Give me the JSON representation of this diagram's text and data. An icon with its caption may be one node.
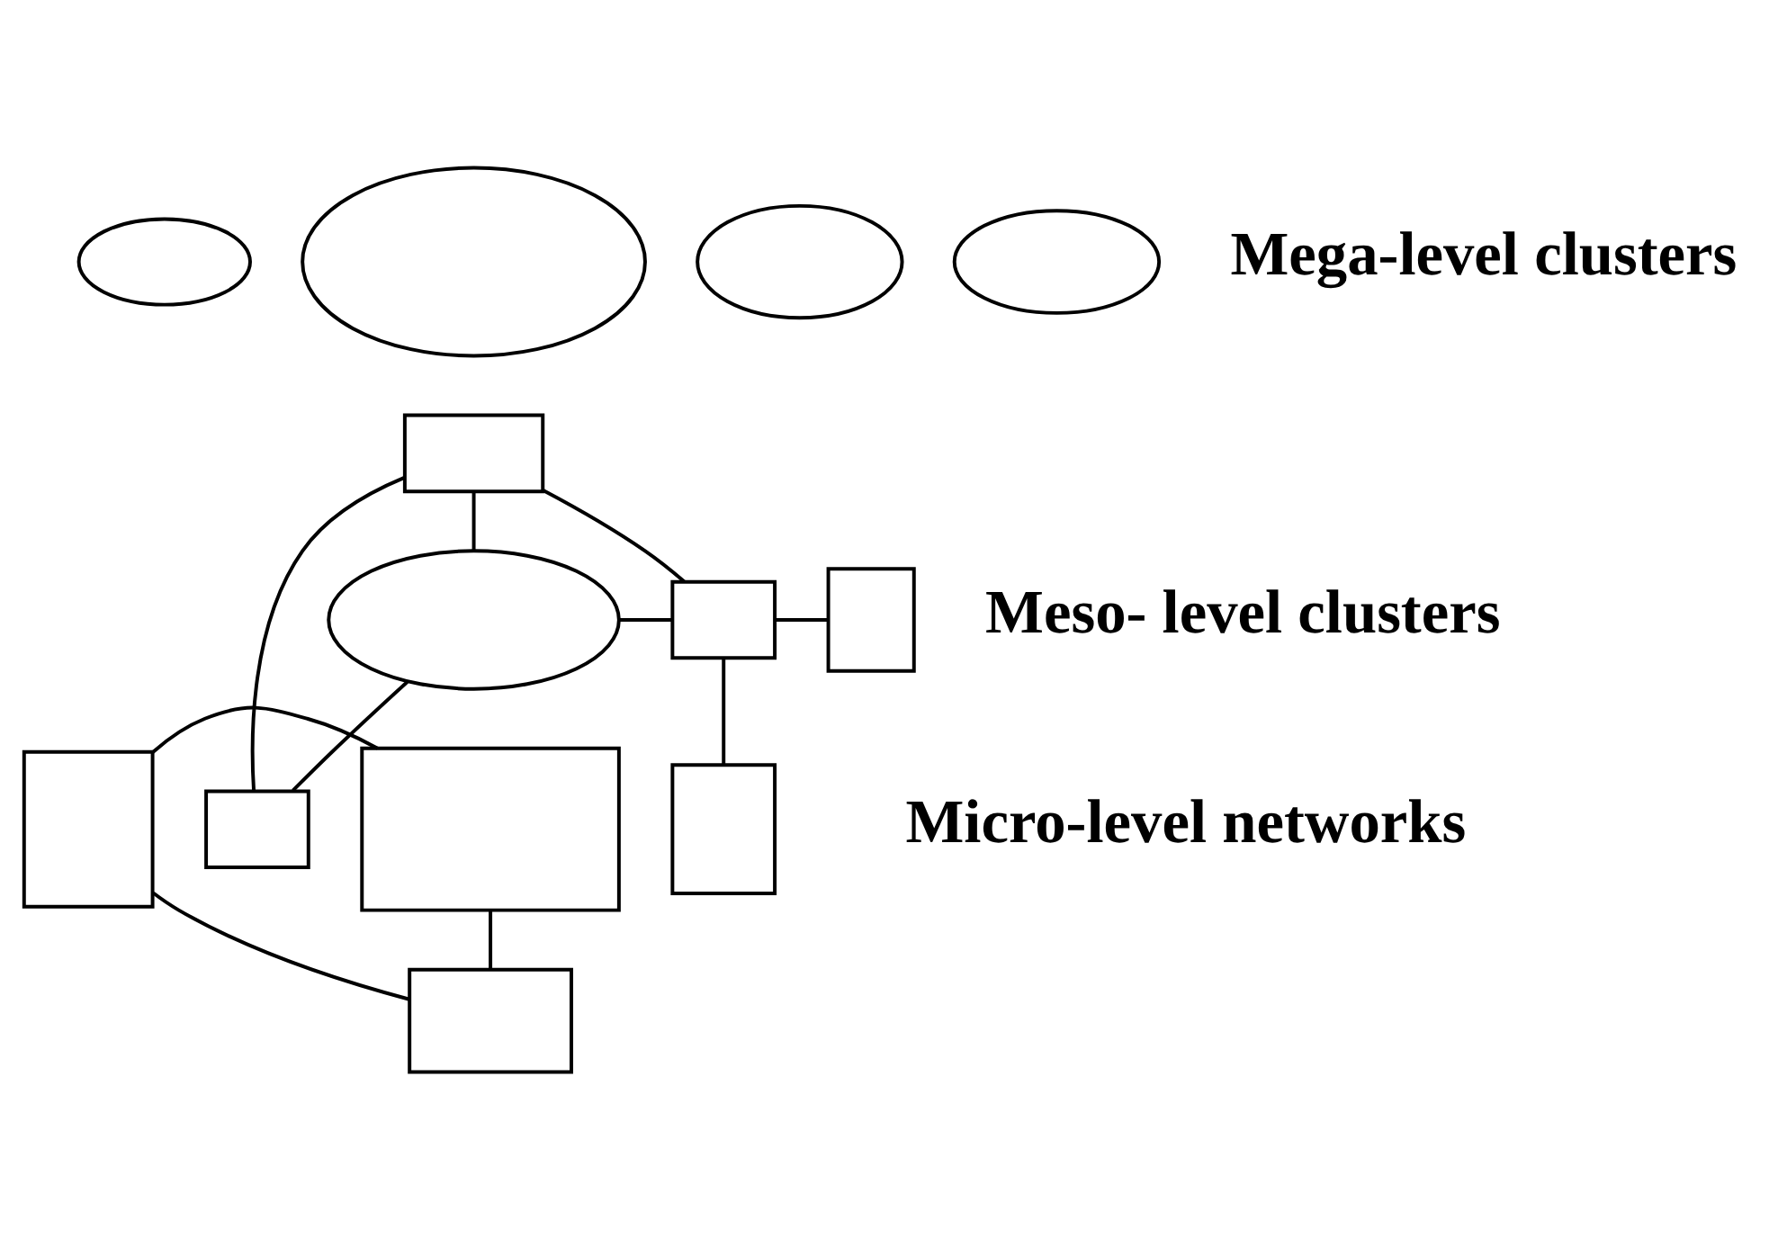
{
  "diagram": {
    "nodes": [
      {
        "text": [],
        "shape": "ellipse"
      },
      {
        "text": [],
        "shape": "ellipse"
      },
      {
        "text": [],
        "shape": "ellipse"
      },
      {
        "text": [],
        "shape": "ellipse"
      },
      {
        "text": [],
        "shape": "box"
      },
      {
        "text": [],
        "shape": "ellipse"
      },
      {
        "text": [],
        "shape": "box"
      },
      {
        "text": [],
        "shape": "box"
      },
      {
        "text": [],
        "shape": "box"
      },
      {
        "text": [],
        "shape": "box"
      },
      {
        "text": [],
        "shape": "box"
      },
      {
        "text": [],
        "shape": "box"
      },
      {
        "text": [],
        "shape": "box"
      }
    ],
    "edges": [
      {
        "from": 5,
        "to": 4,
        "arrow": "none"
      },
      {
        "from": 5,
        "to": 6,
        "arrow": "none"
      },
      {
        "from": 4,
        "to": 8,
        "arrow": "none"
      },
      {
        "from": 5,
        "to": 8,
        "arrow": "none"
      },
      {
        "from": 4,
        "to": 6,
        "arrow": "none"
      },
      {
        "from": 6,
        "to": 7,
        "arrow": "none"
      },
      {
        "from": 6,
        "to": 9,
        "arrow": "none"
      },
      {
        "from": 11,
        "to": 10,
        "arrow": "none"
      },
      {
        "from": 10,
        "to": 12,
        "arrow": "none"
      },
      {
        "from": 11,
        "to": 12,
        "arrow": "none"
      }
    ],
    "labels": [
      "Mega-level clusters",
      "Meso- level clusters",
      "Micro-level networks"
    ]
  }
}
